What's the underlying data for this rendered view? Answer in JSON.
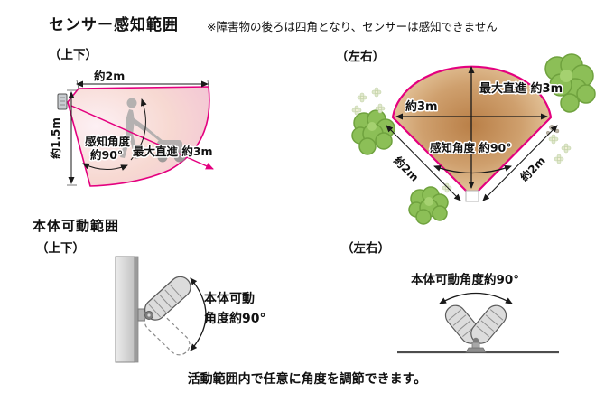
{
  "header": {
    "title": "センサー感知範囲",
    "note": "※障害物の後ろは四角となり、センサーは感知できません"
  },
  "detect_ud": {
    "label": "（上下）",
    "width": "約2m",
    "height": "約1.5m",
    "angle_line1": "感知角度",
    "angle_line2": "約90°",
    "straight": "最大直進 約3m"
  },
  "detect_lr": {
    "label": "（左右）",
    "straight": "最大直進 約3m",
    "width": "約3m",
    "angle": "感知角度 約90°",
    "dist_left": "約2m",
    "dist_right": "約2m"
  },
  "movable": {
    "title": "本体可動範囲",
    "ud_label": "（上下）",
    "ud_angle_line1": "本体可動",
    "ud_angle_line2": "角度約90°",
    "lr_label": "（左右）",
    "lr_angle": "本体可動角度約90°"
  },
  "footer": {
    "caption": "活動範囲内で任意に角度を調節できます。"
  },
  "colors": {
    "accent_magenta": "#e4007f",
    "range_tan": "#c2814f",
    "bush_green": "#8cbf57"
  }
}
